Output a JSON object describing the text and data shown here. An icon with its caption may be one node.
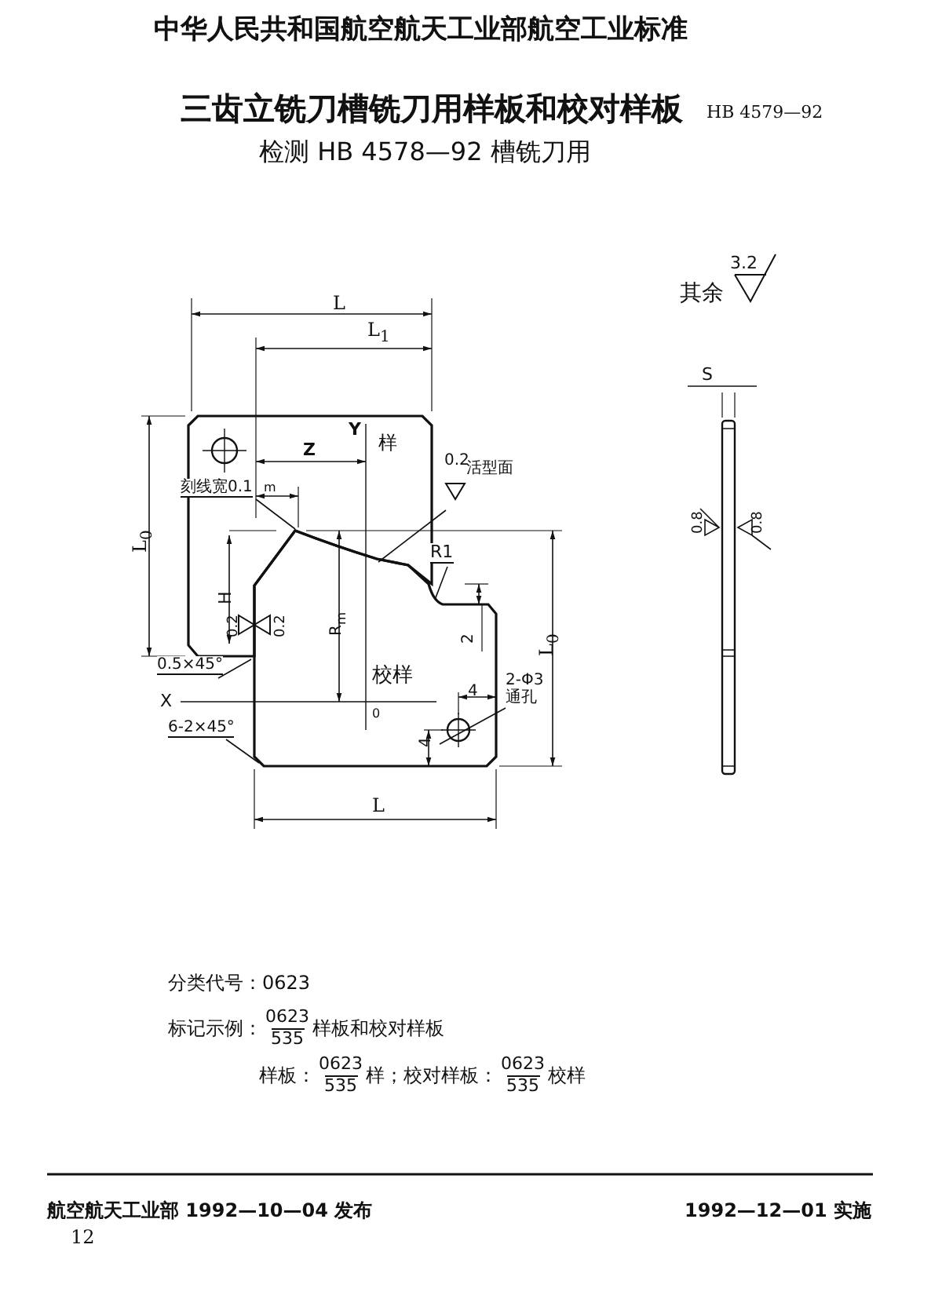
{
  "diagram": {
    "title": "三齿立铣刀槽铣刀用样板和校对样板",
    "nodes": [
      {
        "text": [
          "刻线宽0.1"
        ]
      },
      {
        "text": [
          "0.2",
          "活型面"
        ]
      },
      {
        "text": [
          "0.5×45°"
        ]
      },
      {
        "text": [
          "2-Φ3",
          "通孔"
        ]
      },
      {
        "text": [
          "6-2×45°"
        ]
      },
      {
        "text": [
          "R1"
        ]
      }
    ],
    "edges": [
      {
        "from": 0,
        "to": null,
        "arrow": "none"
      },
      {
        "from": 1,
        "to": null,
        "arrow": "none"
      },
      {
        "from": 2,
        "to": null,
        "arrow": "none"
      },
      {
        "from": 3,
        "to": null,
        "arrow": "none"
      },
      {
        "from": 4,
        "to": null,
        "arrow": "none"
      },
      {
        "from": 5,
        "to": null,
        "arrow": "none"
      }
    ],
    "labels": [
      "中华人民共和国航空航天工业部航空工业标准",
      "HB 4579—92",
      "检测 HB 4578—92 槽铣刀用",
      "其余",
      "3.2",
      "L",
      "L$_{1}$",
      "S",
      "L$_{0}$",
      "Y",
      "样",
      "Z",
      "m",
      "0.8",
      "0.8",
      "L$_{0}$",
      "H",
      "0.2",
      "0.2",
      "R$_{m}$",
      "2",
      "校样",
      "X",
      "0",
      "4",
      "4",
      "L",
      "分类代号：0623",
      "标记示例：",
      "0623",
      "535",
      "样板和校对样板",
      "样板：",
      "0623",
      "535",
      "样；校对样板：",
      "0623",
      "535",
      "校样",
      "航空航天工业部 1992—10—04 发布",
      "1992—12—01 实施",
      "12"
    ]
  }
}
